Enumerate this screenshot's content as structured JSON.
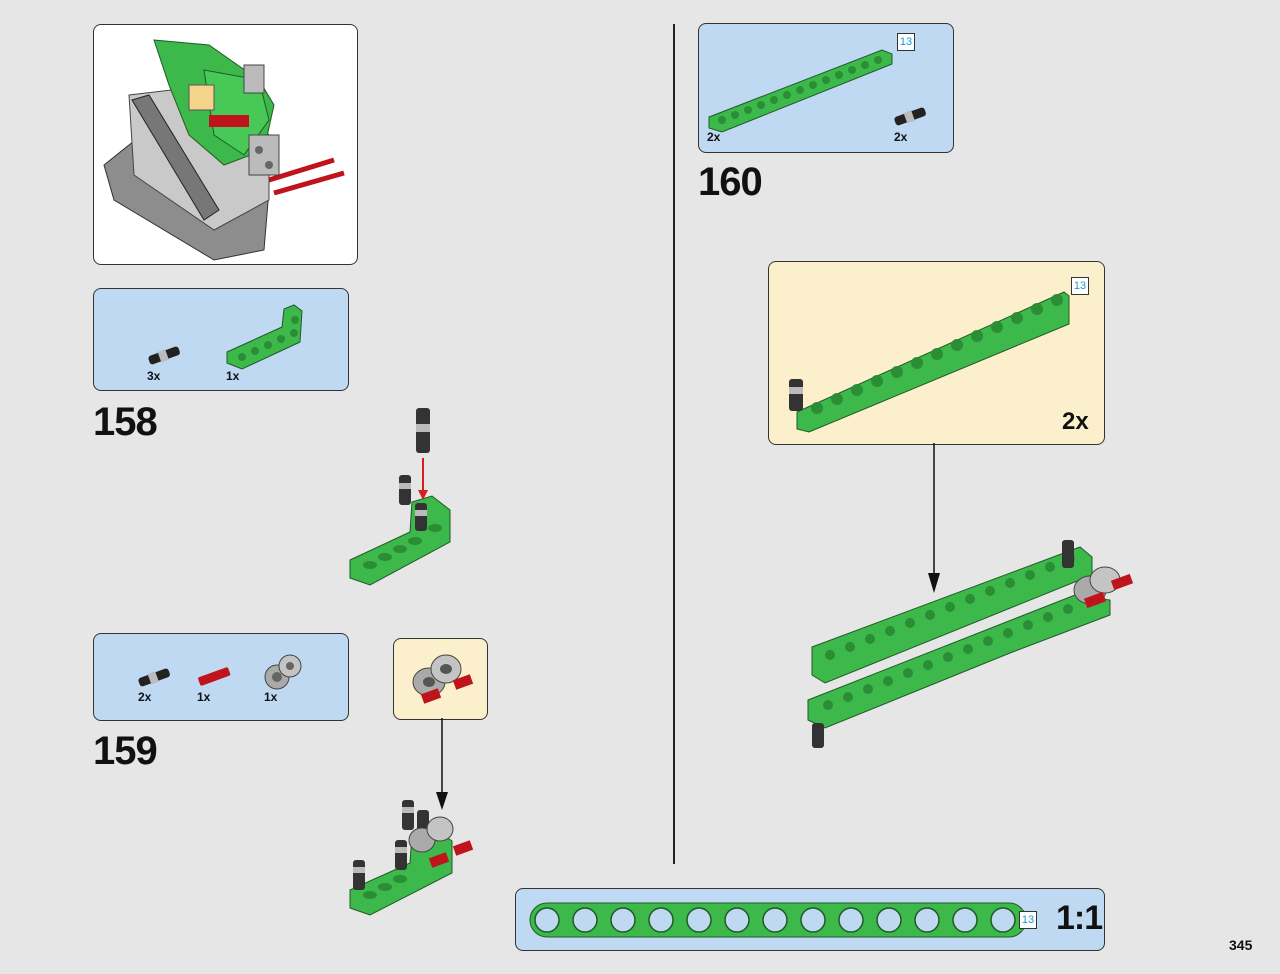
{
  "page_number": "345",
  "colors": {
    "page": "#e6e6e6",
    "blue_panel": "#bfd9f2",
    "cream_panel": "#fcf0cc",
    "lime": "#3db84a",
    "lime_dark": "#2b8e35",
    "axle_red": "#c0141c",
    "connector_gray": "#9a9a9a"
  },
  "steps": [
    {
      "number": "158",
      "parts": [
        {
          "icon": "friction-pin-icon",
          "qty": "3x"
        },
        {
          "icon": "l-beam-icon",
          "qty": "1x"
        }
      ]
    },
    {
      "number": "159",
      "parts": [
        {
          "icon": "friction-pin-icon",
          "qty": "2x"
        },
        {
          "icon": "red-axle-pin-icon",
          "qty": "1x"
        },
        {
          "icon": "double-connector-icon",
          "qty": "1x"
        }
      ]
    },
    {
      "number": "160",
      "parts": [
        {
          "icon": "13-beam-icon",
          "qty": "2x",
          "tag": "13"
        },
        {
          "icon": "friction-pin-icon",
          "qty": "2x"
        }
      ],
      "subassembly": {
        "tag": "13",
        "multiplier": "2x"
      }
    }
  ],
  "ruler": {
    "holes": 13,
    "tag": "13",
    "scale": "1:1"
  }
}
